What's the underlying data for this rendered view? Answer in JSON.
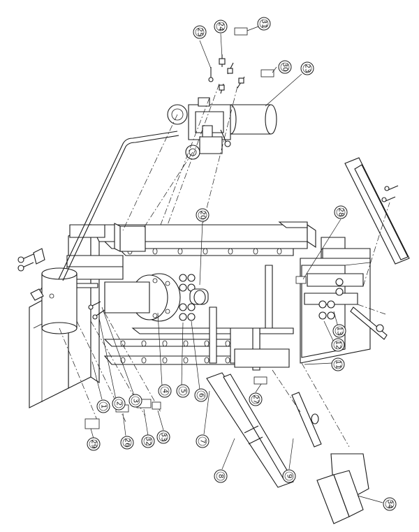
{
  "callouts": [
    {
      "id": "c1",
      "text": "1"
    },
    {
      "id": "c2",
      "text": "2"
    },
    {
      "id": "c3",
      "text": "3"
    },
    {
      "id": "c4",
      "text": "4"
    },
    {
      "id": "c5",
      "text": "5"
    },
    {
      "id": "c6",
      "text": "6"
    },
    {
      "id": "c7",
      "text": "7"
    },
    {
      "id": "c8",
      "text": "8"
    },
    {
      "id": "c9",
      "text": "9"
    },
    {
      "id": "c11",
      "text": "11"
    },
    {
      "id": "c12",
      "text": "12"
    },
    {
      "id": "c13",
      "text": "13"
    },
    {
      "id": "c20",
      "text": "20"
    },
    {
      "id": "c23",
      "text": "23"
    },
    {
      "id": "c24",
      "text": "24"
    },
    {
      "id": "c25",
      "text": "25"
    },
    {
      "id": "c26",
      "text": "26"
    },
    {
      "id": "c27",
      "text": "27"
    },
    {
      "id": "c28",
      "text": "28"
    },
    {
      "id": "c29",
      "text": "29"
    },
    {
      "id": "c30",
      "text": "30"
    },
    {
      "id": "c31",
      "text": "31"
    },
    {
      "id": "c32",
      "text": "32"
    },
    {
      "id": "c33",
      "text": "33"
    },
    {
      "id": "c34",
      "text": "34"
    }
  ]
}
